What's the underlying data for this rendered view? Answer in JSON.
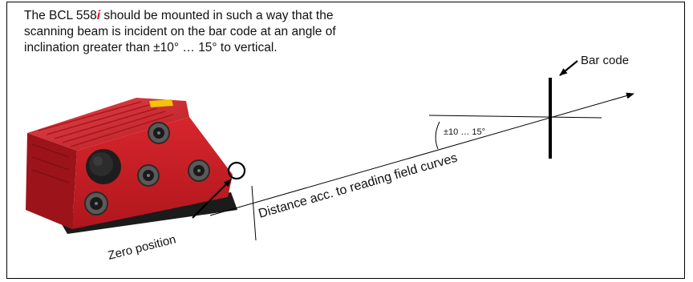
{
  "caption": {
    "line1_prefix": "The BCL 558",
    "line1_accent": "i",
    "line1_suffix": " should be mounted in such a way that the",
    "line2": "scanning beam is incident on the bar code at an angle of",
    "line3": "inclination greater than ±10° … 15° to vertical."
  },
  "labels": {
    "bar_code": "Bar code",
    "angle": "±10 … 15°",
    "distance": "Distance acc. to reading field curves",
    "zero_position": "Zero position"
  },
  "colors": {
    "device_red": "#d3242b",
    "device_dark_red": "#8f1117",
    "device_black": "#1b1b1b",
    "accent": "#e0131b"
  }
}
